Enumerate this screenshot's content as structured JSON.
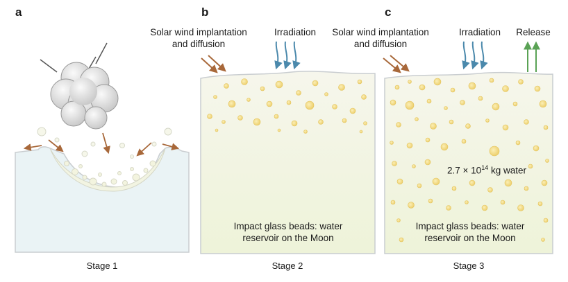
{
  "panels": {
    "a": {
      "letter": "a",
      "stage": "Stage 1"
    },
    "b": {
      "letter": "b",
      "stage": "Stage 2",
      "solar_wind_line1": "Solar wind implantation",
      "solar_wind_line2": "and diffusion",
      "irradiation": "Irradiation",
      "caption_line1": "Impact glass beads: water",
      "caption_line2": "reservoir on the Moon"
    },
    "c": {
      "letter": "c",
      "stage": "Stage 3",
      "solar_wind_line1": "Solar wind implantation",
      "solar_wind_line2": "and diffusion",
      "irradiation": "Irradiation",
      "release": "Release",
      "amount_mantissa": "2.7 × 10",
      "amount_exponent": "14",
      "amount_unit": " kg water",
      "caption_line1": "Impact glass beads: water",
      "caption_line2": "reservoir on the Moon"
    }
  },
  "colors": {
    "regolith": "#f4f5e6",
    "regolith_bottom": "#eef3d8",
    "ground_a": "#e8f2f4",
    "bead_fill": "#f3dc8c",
    "bead_stroke": "#e3c35c",
    "solar_wind_arrow": "#a8683a",
    "irradiation_arrow": "#4b89ac",
    "release_arrow": "#5aa255",
    "outline": "#c9cdd0"
  },
  "icons": [
    "impact-cloud-icon",
    "solar-wind-arrows-icon",
    "irradiation-arrows-icon",
    "release-arrows-icon"
  ]
}
